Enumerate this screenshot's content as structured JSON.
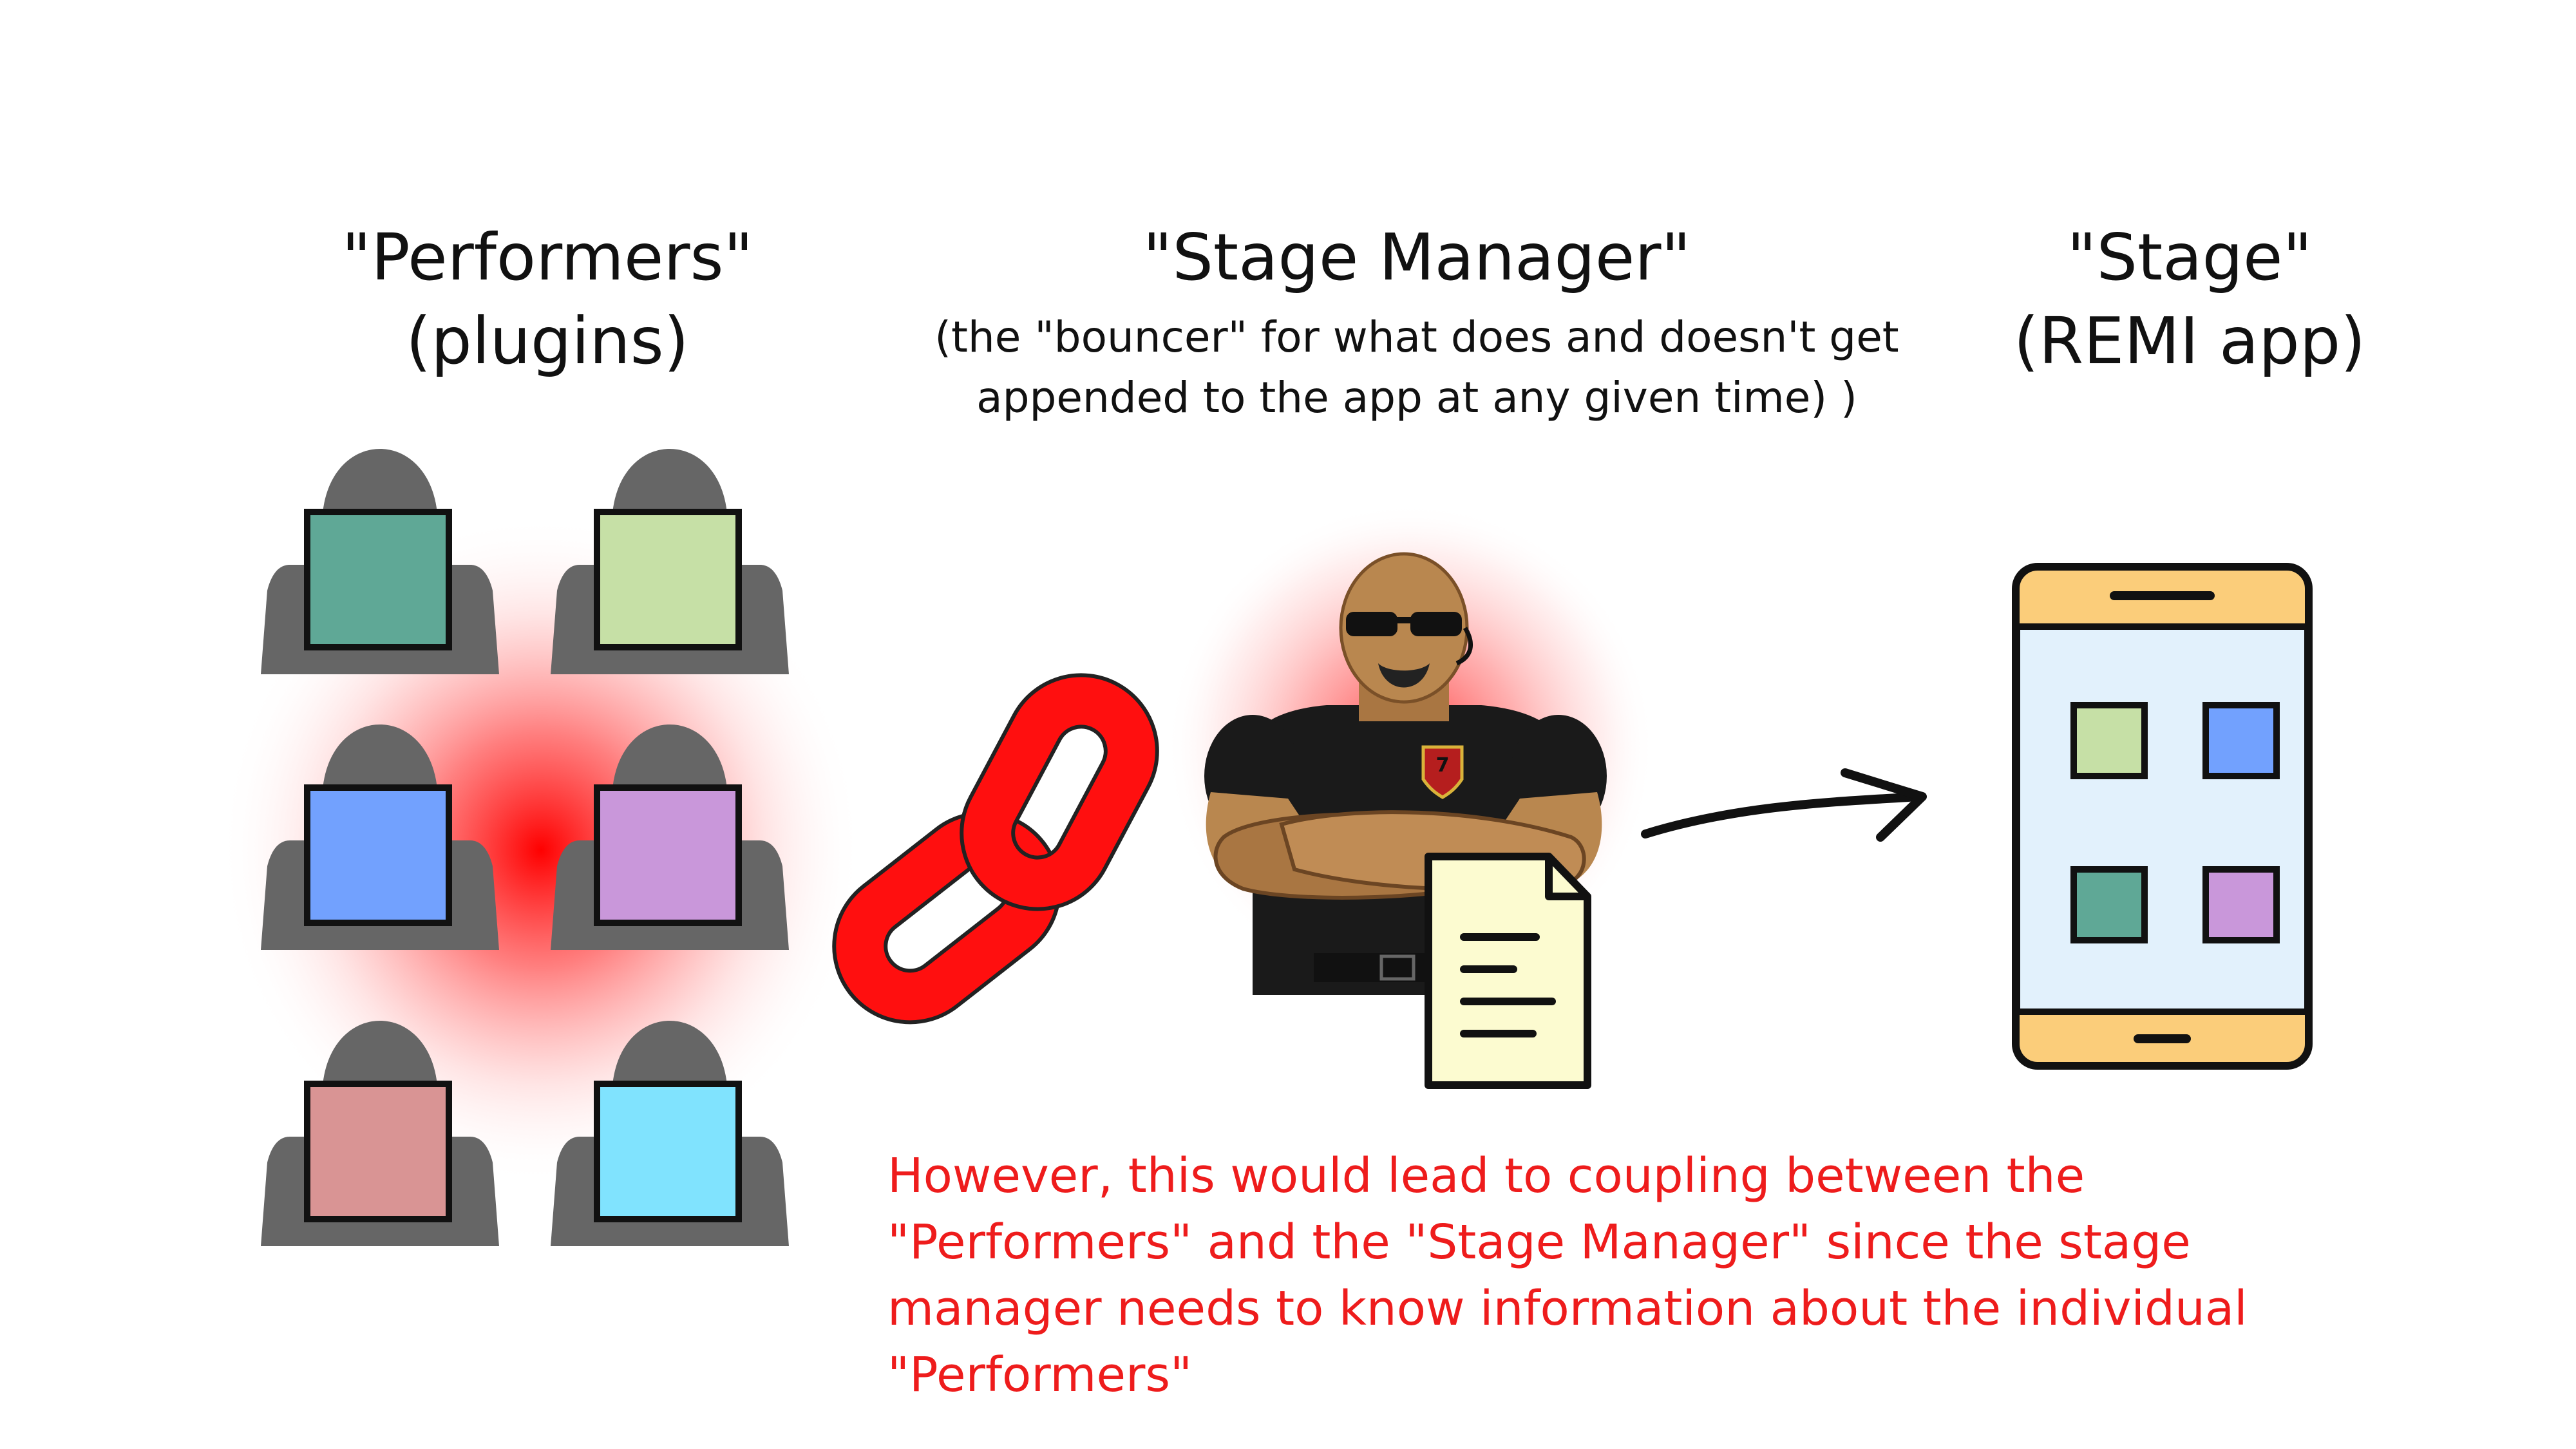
{
  "performers": {
    "title": "\"Performers\"",
    "subtitle": "(plugins)",
    "screen_colors": [
      "#5fa896",
      "#c6e0a6",
      "#72a1fe",
      "#c997da",
      "#d99494",
      "#80e3fe"
    ],
    "icon": "person-with-laptop-icon"
  },
  "stage_manager": {
    "title": "\"Stage Manager\"",
    "note_line1": "(the \"bouncer\" for what does and doesn't get",
    "note_line2": "appended to the app at any given time) )",
    "icon": "bouncer-icon"
  },
  "stage": {
    "title": "\"Stage\"",
    "subtitle": "(REMI app)",
    "icon": "phone-icon",
    "tile_colors": [
      "#c6e0a6",
      "#72a1fe",
      "#5fa896",
      "#c997da"
    ],
    "body_color": "#fbcd7a",
    "screen_color": "#e2f1fc"
  },
  "connectors": {
    "chain": "chain-link-icon",
    "arrow": "arrow-right-icon",
    "document": "document-icon"
  },
  "warning": {
    "text": "However, this would lead to coupling between the\n\"Performers\" and the \"Stage Manager\" since the stage\nmanager needs to know information about the individual\n\"Performers\"",
    "color": "#ee1c1c"
  },
  "colors": {
    "glow": "#ff0000",
    "silhouette": "#666666",
    "chain": "#ff0f0f"
  }
}
